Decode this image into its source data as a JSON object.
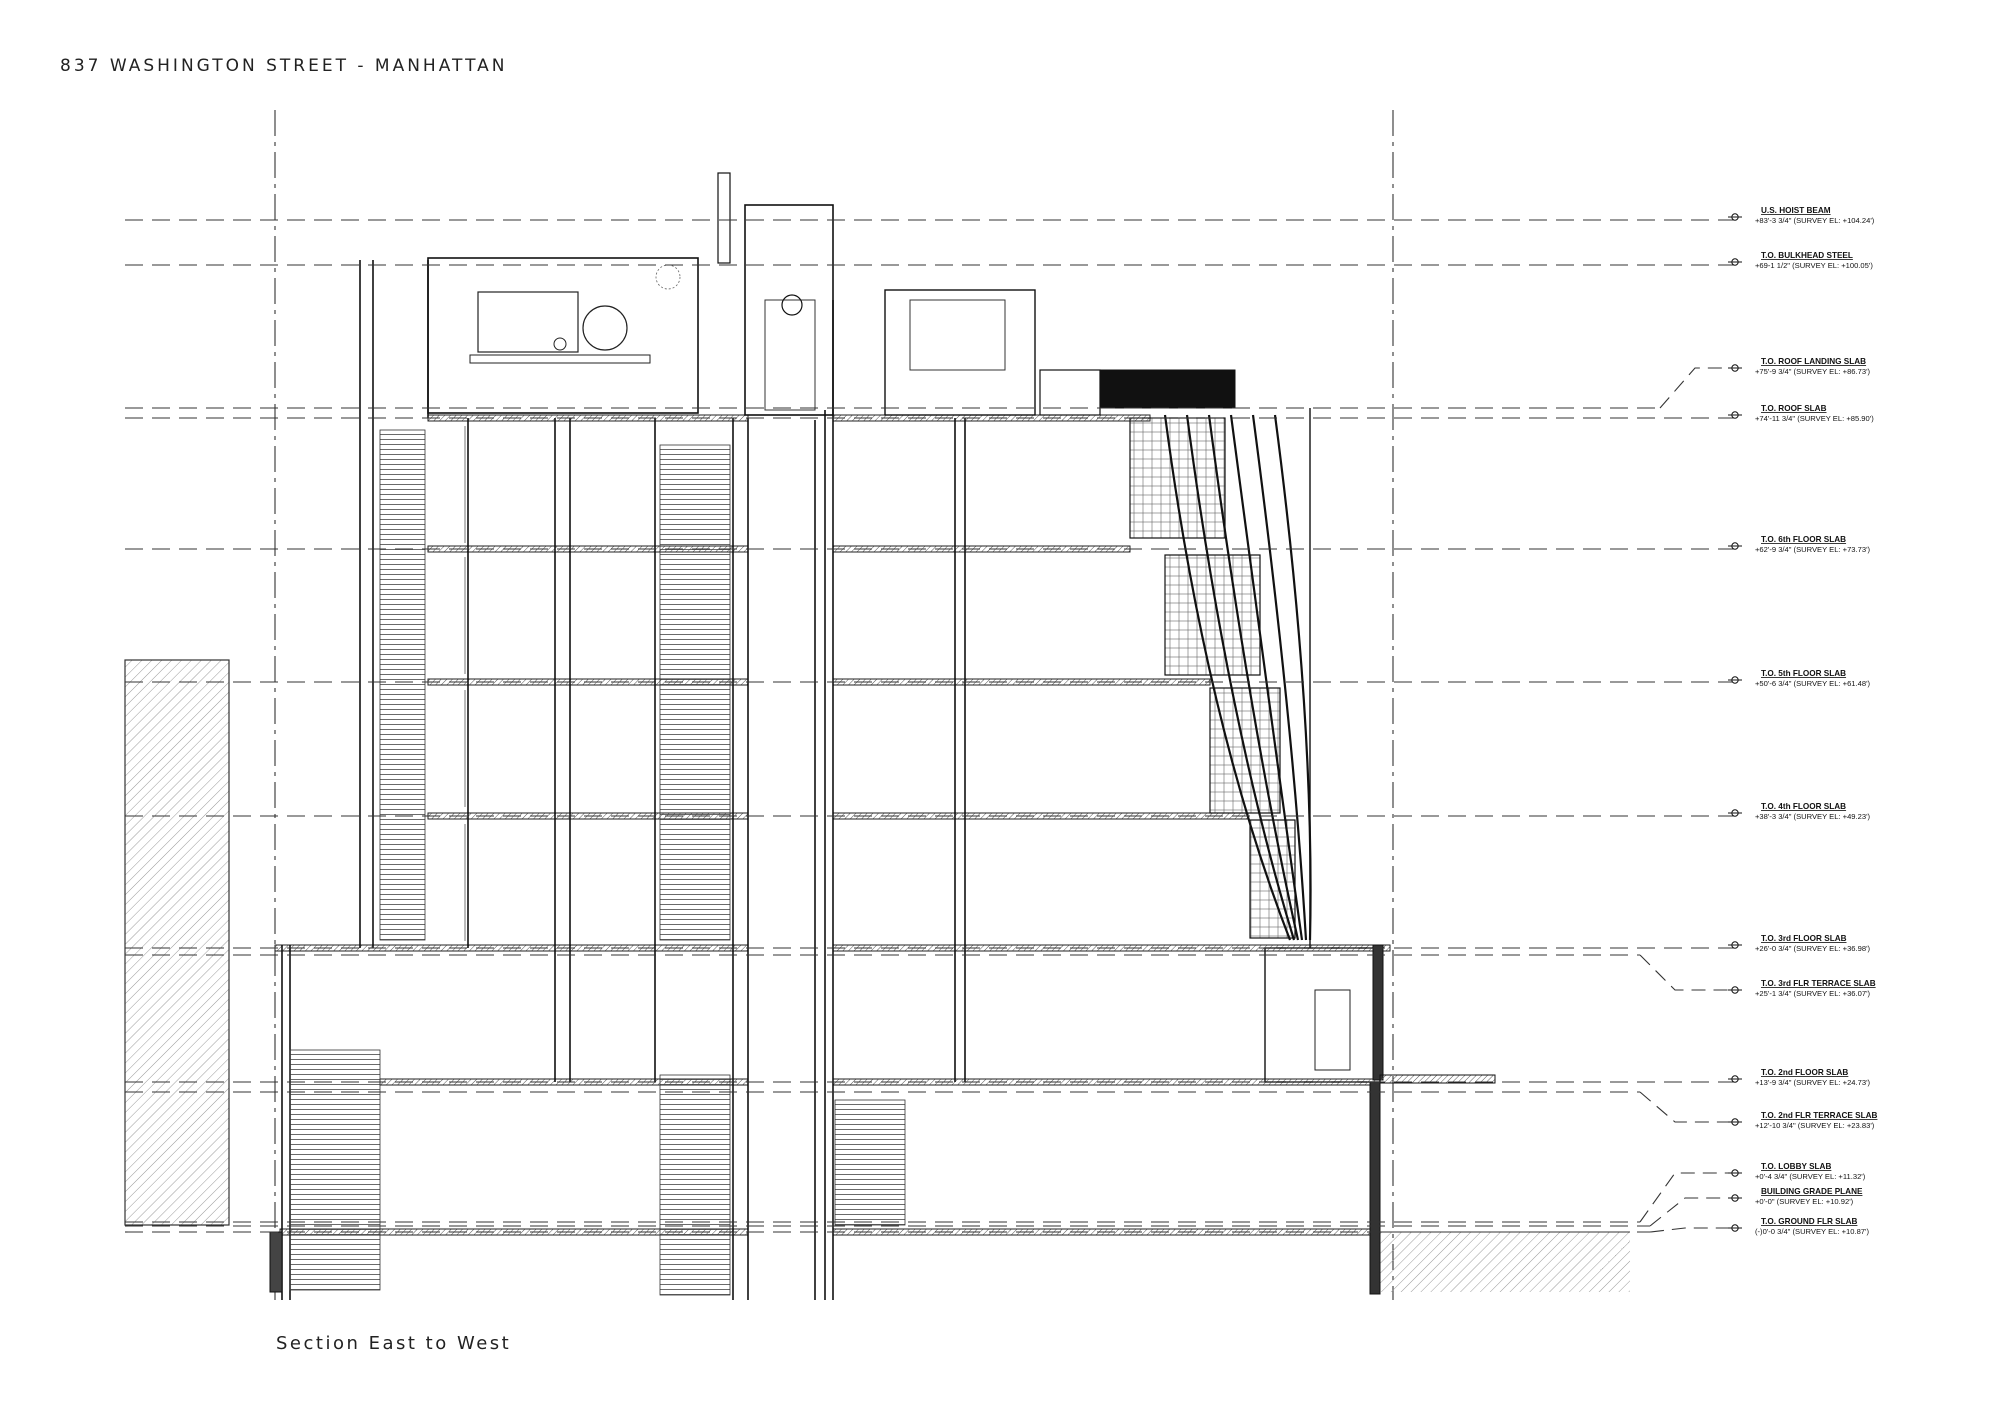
{
  "sheet": {
    "project_title": "837 WASHINGTON STREET - MANHATTAN",
    "section_caption": "Section East to West"
  },
  "levels": [
    {
      "name": "U.S. HOIST BEAM",
      "elevation": "+83'-3 3/4\" (SURVEY EL: +104.24')"
    },
    {
      "name": "T.O. BULKHEAD STEEL",
      "elevation": "+69-1 1/2\" (SURVEY EL: +100.05')"
    },
    {
      "name": "T.O. ROOF LANDING SLAB",
      "elevation": "+75'-9 3/4\" (SURVEY EL: +86.73')"
    },
    {
      "name": "T.O. ROOF SLAB",
      "elevation": "+74'-11 3/4\" (SURVEY EL: +85.90')"
    },
    {
      "name": "T.O. 6th FLOOR SLAB",
      "elevation": "+62'-9 3/4\" (SURVEY EL: +73.73')"
    },
    {
      "name": "T.O. 5th FLOOR SLAB",
      "elevation": "+50'-6 3/4\" (SURVEY EL: +61.48')"
    },
    {
      "name": "T.O. 4th FLOOR SLAB",
      "elevation": "+38'-3 3/4\" (SURVEY EL: +49.23')"
    },
    {
      "name": "T.O. 3rd FLOOR SLAB",
      "elevation": "+26'-0 3/4\" (SURVEY EL: +36.98')"
    },
    {
      "name": "T.O. 3rd FLR TERRACE SLAB",
      "elevation": "+25'-1 3/4\" (SURVEY EL: +36.07')"
    },
    {
      "name": "T.O. 2nd FLOOR SLAB",
      "elevation": "+13'-9 3/4\" (SURVEY EL: +24.73')"
    },
    {
      "name": "T.O. 2nd FLR TERRACE SLAB",
      "elevation": "+12'-10 3/4\" (SURVEY EL: +23.83')"
    },
    {
      "name": "T.O. LOBBY SLAB",
      "elevation": "+0'-4 3/4\" (SURVEY EL: +11.32')"
    },
    {
      "name": "BUILDING GRADE PLANE",
      "elevation": "+0'-0\" (SURVEY EL: +10.92')"
    },
    {
      "name": "T.O. GROUND FLR SLAB",
      "elevation": "(-)0'-0 3/4\" (SURVEY EL: +10.87')"
    }
  ]
}
